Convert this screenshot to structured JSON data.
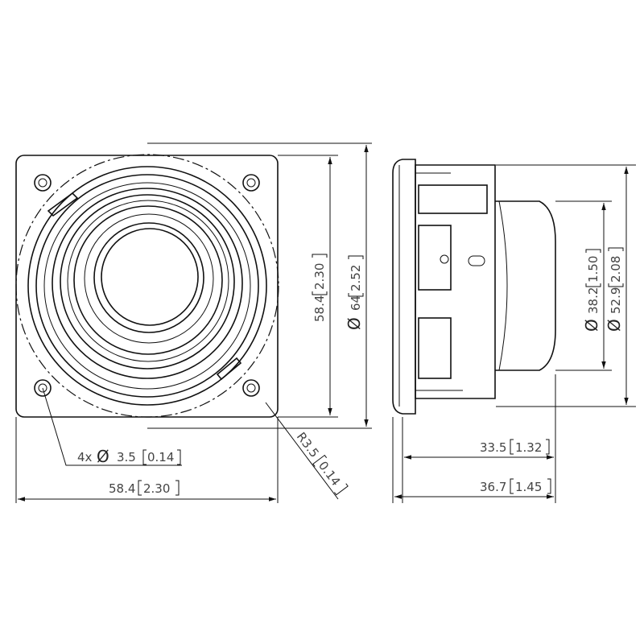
{
  "front_view": {
    "height_mm": "58.4",
    "height_in": "2.30",
    "diameter_symbol": "Ø",
    "diameter_mm": "64",
    "diameter_in": "2.52",
    "holes_count": "4x",
    "hole_mm": "3.5",
    "hole_in": "0.14",
    "width_mm": "58.4",
    "width_in": "2.30",
    "radius_mm": "R3.5",
    "radius_in": "0.14"
  },
  "side_view": {
    "depth_body_mm": "33.5",
    "depth_body_in": "1.32",
    "depth_total_mm": "36.7",
    "depth_total_in": "1.45",
    "magnet_diameter_mm": "38.2",
    "magnet_diameter_in": "1.50",
    "basket_diameter_mm": "52.9",
    "basket_diameter_in": "2.08",
    "diameter_symbol": "Ø"
  }
}
